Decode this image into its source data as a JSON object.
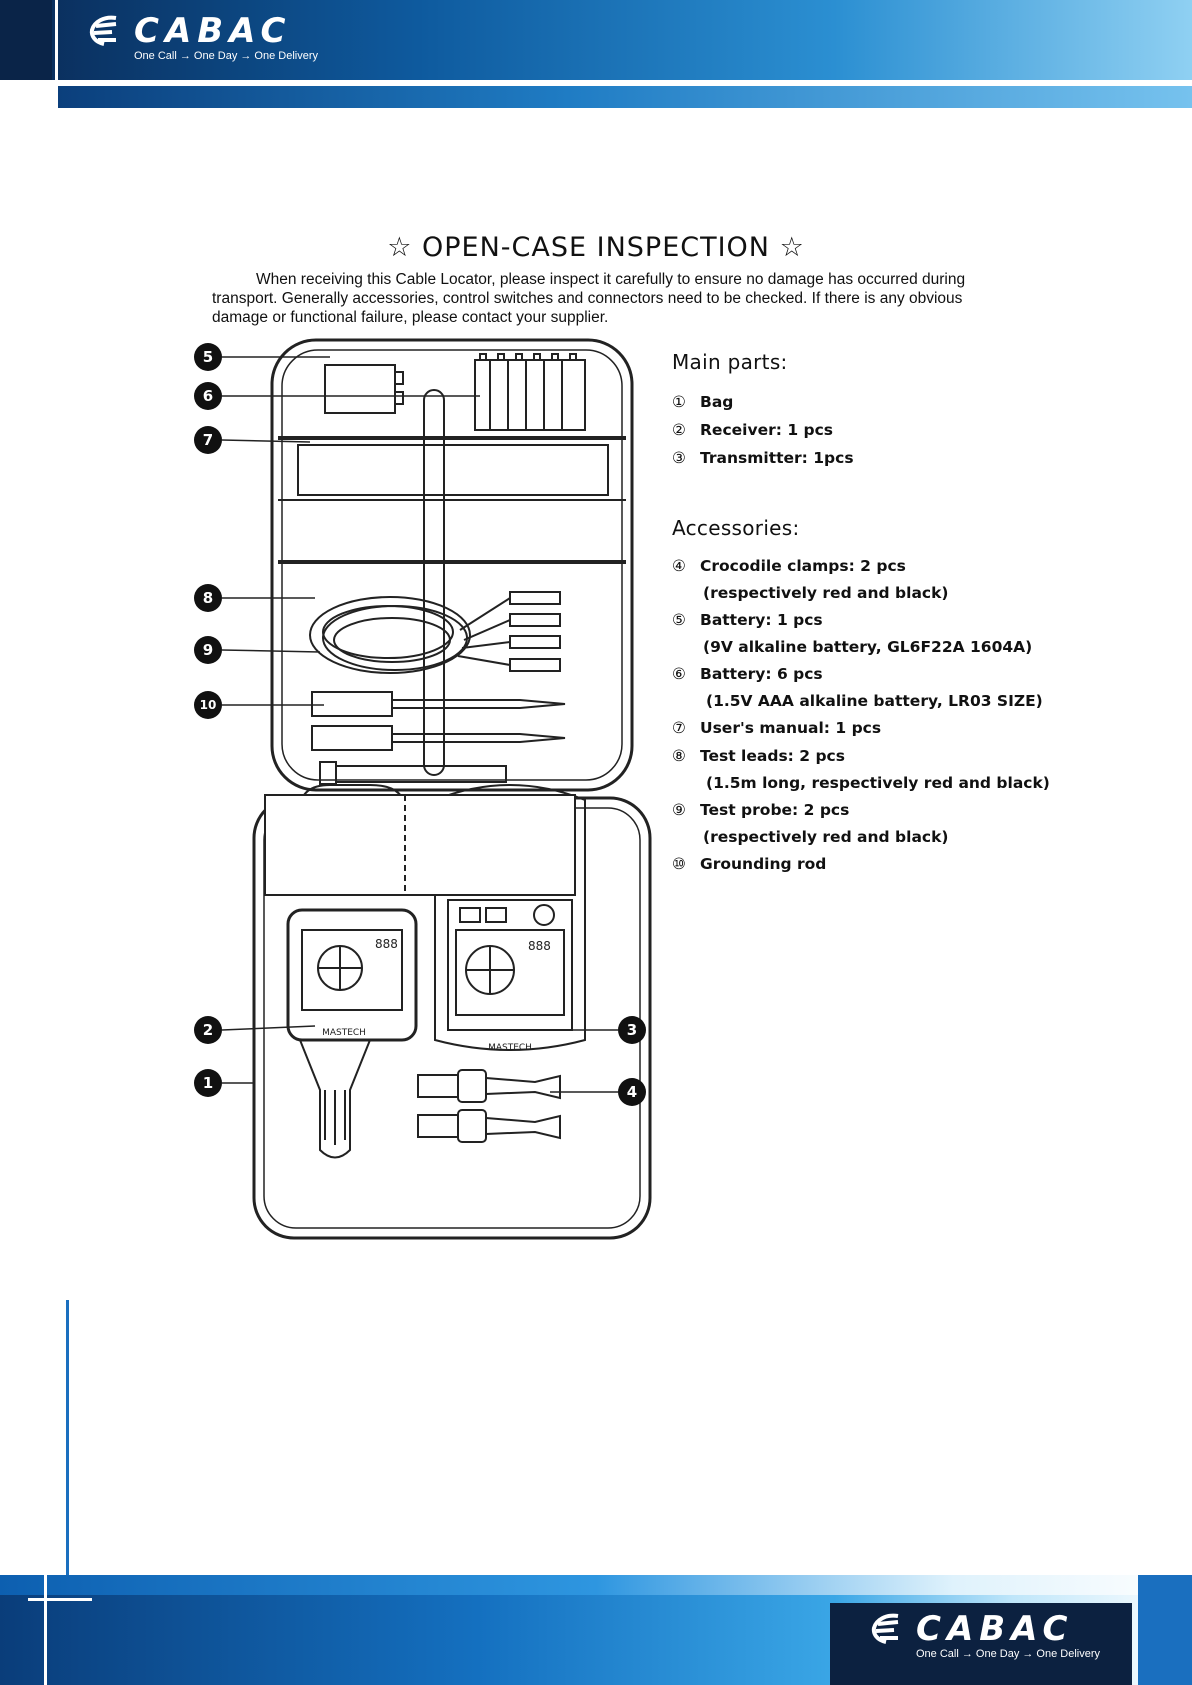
{
  "brand": {
    "name": "CABAC",
    "tagline": "One Call → One Day → One Delivery"
  },
  "title": "☆ OPEN-CASE INSPECTION ☆",
  "intro": "When receiving this Cable Locator, please inspect it carefully to ensure no damage has occurred during transport. Generally accessories, control switches and connectors need to be checked. If there is any obvious damage or functional failure, please contact your supplier.",
  "main_parts": {
    "heading": "Main parts:",
    "items": [
      {
        "num": "①",
        "label": "Bag"
      },
      {
        "num": "②",
        "label": "Receiver: 1 pcs"
      },
      {
        "num": "③",
        "label": "Transmitter: 1pcs"
      }
    ]
  },
  "accessories": {
    "heading": "Accessories:",
    "items": [
      {
        "num": "④",
        "label": "Crocodile clamps: 2 pcs",
        "note": "(respectively red and black)"
      },
      {
        "num": "⑤",
        "label": "Battery: 1 pcs",
        "note": "(9V alkaline battery, GL6F22A 1604A)"
      },
      {
        "num": "⑥",
        "label": "Battery: 6 pcs",
        "note": "(1.5V AAA alkaline battery, LR03 SIZE)"
      },
      {
        "num": "⑦",
        "label": "User's manual: 1 pcs",
        "note": ""
      },
      {
        "num": "⑧",
        "label": "Test leads: 2 pcs",
        "note": "(1.5m long, respectively red and black)"
      },
      {
        "num": "⑨",
        "label": "Test probe: 2 pcs",
        "note": "(respectively red and black)"
      },
      {
        "num": "⑩",
        "label": "Grounding rod",
        "note": ""
      }
    ]
  },
  "diagram": {
    "callouts": [
      "1",
      "2",
      "3",
      "4",
      "5",
      "6",
      "7",
      "8",
      "9",
      "10"
    ],
    "device_label": "MASTECH",
    "lcd_digits": "888"
  },
  "colors": {
    "header_dark": "#0a2448",
    "header_blue": "#1f7cc4",
    "footer_dark": "#0c2140"
  }
}
